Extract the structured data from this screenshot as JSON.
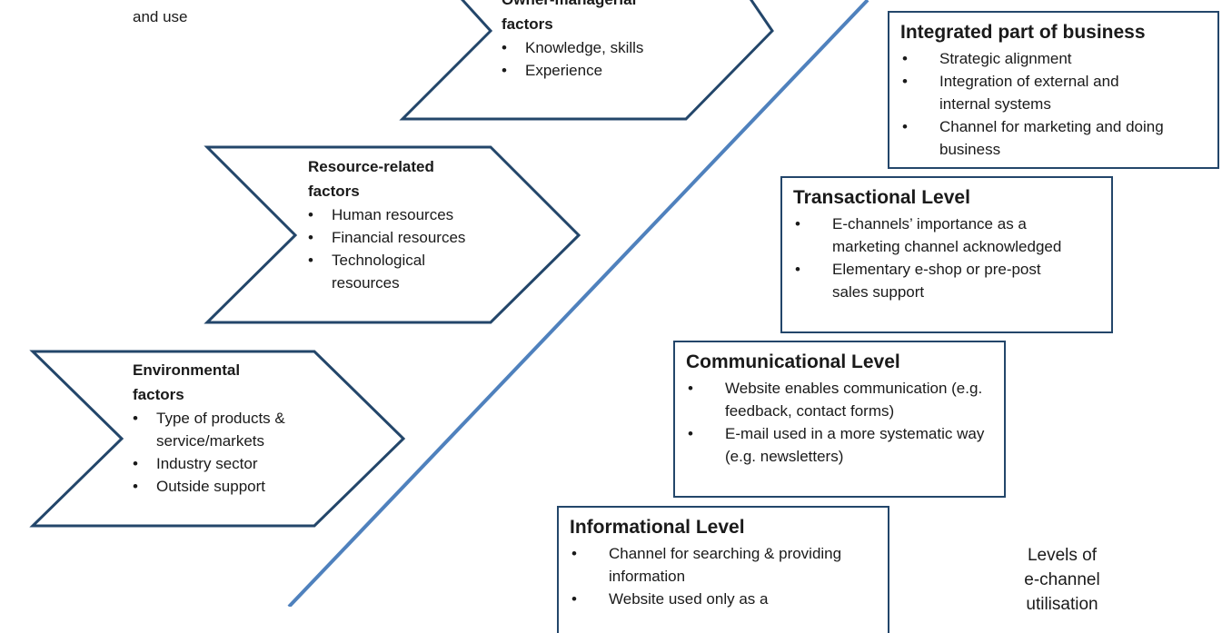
{
  "top_left_text": "and use",
  "factors": {
    "owner": {
      "title_line1": "Owner-managerial",
      "title_line2": "factors",
      "items": [
        "Knowledge, skills",
        "Experience"
      ]
    },
    "resource": {
      "title_line1": "Resource-related",
      "title_line2": "factors",
      "items": [
        "Human resources",
        "Financial resources",
        "Technological resources"
      ]
    },
    "environmental": {
      "title_line1": "Environmental",
      "title_line2": "factors",
      "items": [
        "Type of products & service/markets",
        "Industry sector",
        "Outside support"
      ]
    }
  },
  "levels": {
    "integrated": {
      "title": "Integrated part of business",
      "items": [
        "Strategic alignment",
        "Integration of external and internal systems",
        "Channel for marketing and doing business"
      ]
    },
    "transactional": {
      "title": "Transactional Level",
      "items": [
        "E-channels’ importance as a marketing channel acknowledged",
        "Elementary e-shop or pre-post sales support"
      ]
    },
    "communicational": {
      "title": "Communicational Level",
      "items": [
        "Website enables communication (e.g. feedback, contact forms)",
        "E-mail used in a more systematic way (e.g. newsletters)"
      ]
    },
    "informational": {
      "title": "Informational Level",
      "items": [
        "Channel for searching & providing information",
        "Website used only as a"
      ]
    }
  },
  "caption": {
    "line1": "Levels of",
    "line2": "e-channel",
    "line3": "utilisation"
  },
  "colors": {
    "outline": "#23466a",
    "divider": "#4f81bd"
  }
}
